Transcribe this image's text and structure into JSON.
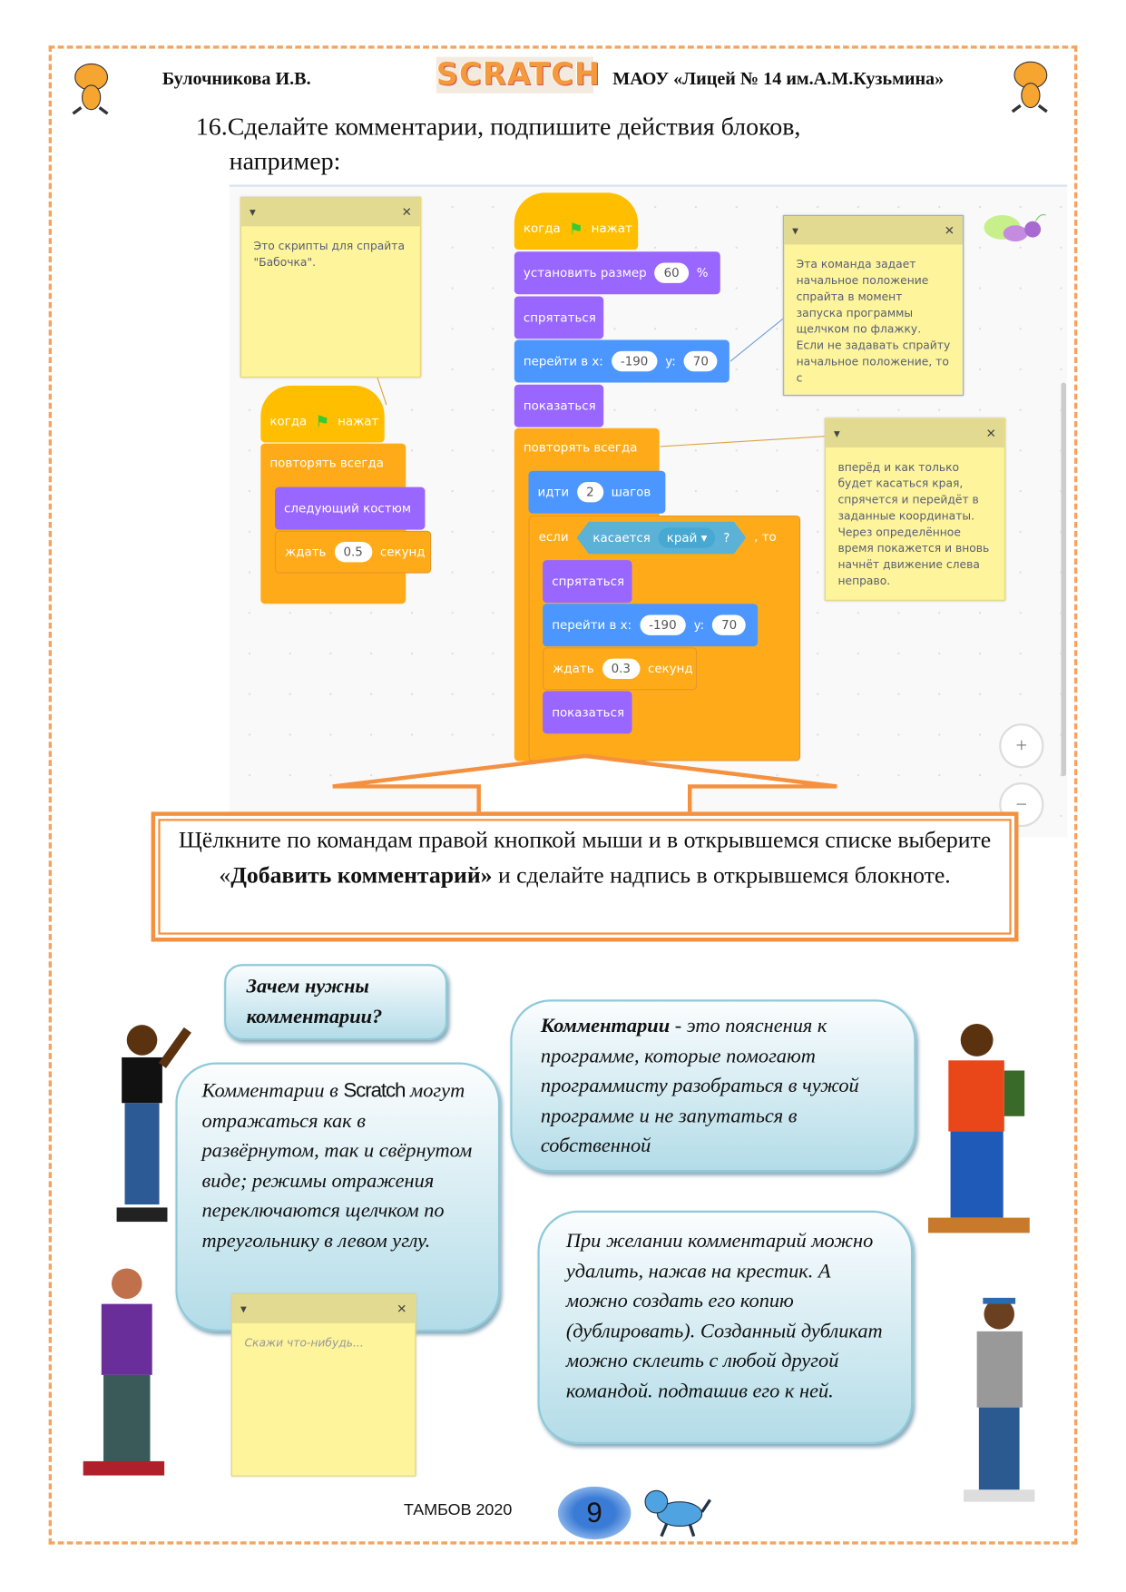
{
  "header": {
    "author": "Булочникова И.В.",
    "logo": "SCRATCH",
    "school": "МАОУ «Лицей № 14 им.А.М.Кузьмина»"
  },
  "task": {
    "number": "16.",
    "line1": "Сделайте комментарии, подпишите действия блоков,",
    "line2": "например:"
  },
  "workspace": {
    "comment1": "Это скрипты  для спрайта \"Бабочка\".",
    "comment2": "Эта команда задает начальное положение спрайта в момент запуска программы щелчком по флажку. Если не задавать спрайту начальное положение, то с",
    "comment3": "вперёд и как только будет касаться края, спрячется и перейдёт в заданные координаты. Через определённое время покажется и вновь начнёт движение слева неправо.",
    "when": "когда",
    "clicked": "нажат",
    "forever": "повторять всегда",
    "next_costume": "следующий костюм",
    "wait": "ждать",
    "seconds": "секунд",
    "wait1": "0.5",
    "wait2": "0.3",
    "set_size": "установить размер",
    "size": "60",
    "percent": "%",
    "hide": "спрятаться",
    "show": "показаться",
    "goto": "перейти в x:",
    "y": "y:",
    "x_val": "-190",
    "y_val": "70",
    "move": "идти",
    "steps_val": "2",
    "steps": "шагов",
    "if": "если",
    "touching": "касается",
    "edge": "край",
    "q": "?",
    "then": ", то",
    "arrow": "▾",
    "close": "✕",
    "zoom_in": "+",
    "zoom_out": "−"
  },
  "callout": {
    "pre": "Щёлкните по командам правой кнопкой мыши и в открывшемся списке выберите «",
    "bold": "Добавить комментарий»",
    "post": " и сделайте надпись в открывшемся блокноте."
  },
  "bubbles": {
    "question": "Зачем нужны комментарии?",
    "left_a": "Комментарии в ",
    "left_scratch": "Scratch",
    "left_b": " могут отражаться как в развёрнутом, так и свёрнутом виде; режимы отражения переключаются щелчком по треугольнику в левом углу.",
    "right_top_bold": "Комментарии",
    "right_top": " - это пояснения к программе, которые помогают программисту разобраться в чужой программе и не запутаться в собственной",
    "right_bottom": "При желании комментарий можно удалить, нажав на крестик. А можно создать его копию (дублировать). Созданный дубликат можно склеить  с любой другой командой. подташив его к ней."
  },
  "empty_comment": {
    "placeholder": "Скажи что-нибудь..."
  },
  "footer": {
    "city_year": "ТАМБОВ 2020",
    "page": "9"
  }
}
